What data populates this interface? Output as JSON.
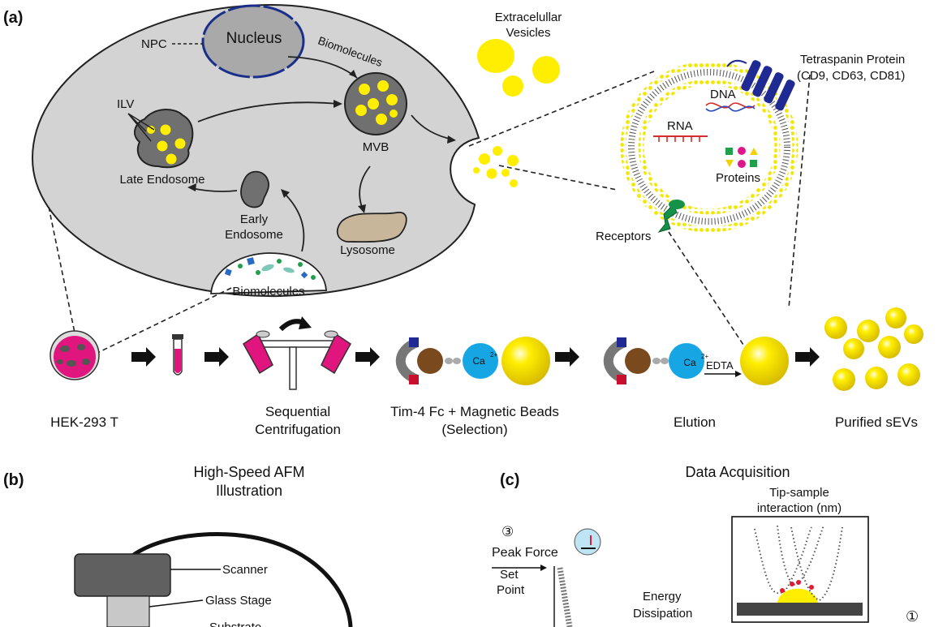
{
  "panels": {
    "a": {
      "tag": "(a)",
      "nucleus": "Nucleus",
      "npc": "NPC",
      "biomolecules_top": "Biomolecules",
      "ilv": "ILV",
      "mvb": "MVB",
      "late_endosome": "Late Endosome",
      "early_endosome_1": "Early",
      "early_endosome_2": "Endosome",
      "lysosome": "Lysosome",
      "biomolecules_bottom": "Biomolecules",
      "ev_1": "Extracelullar",
      "ev_2": "Vesicles",
      "tetraspanin_1": "Tetraspanin Protein",
      "tetraspanin_2": "(CD9, CD63, CD81)",
      "dna": "DNA",
      "rna": "RNA",
      "proteins": "Proteins",
      "receptors": "Receptors",
      "ca_1": "Ca",
      "ca_2": "Ca",
      "ca_sup": "2+",
      "edta": "EDTA",
      "step_hek": "HEK-293 T",
      "step_centri_1": "Sequential",
      "step_centri_2": "Centrifugation",
      "step_tim_1": "Tim-4 Fc + Magnetic Beads",
      "step_tim_2": "(Selection)",
      "step_elution": "Elution",
      "step_purified": "Purified sEVs"
    },
    "b": {
      "tag": "(b)",
      "title_1": "High-Speed AFM",
      "title_2": "Illustration",
      "scanner": "Scanner",
      "glass_stage": "Glass Stage",
      "substrate": "Substrate"
    },
    "c": {
      "tag": "(c)",
      "title": "Data Acquisition",
      "tip_1": "Tip-sample",
      "tip_2": "interaction (nm)",
      "step3": "③",
      "peak_force": "Peak Force",
      "set": "Set",
      "point": "Point",
      "energy": "Energy",
      "dissipation": "Dissipation",
      "step1": "①"
    }
  }
}
